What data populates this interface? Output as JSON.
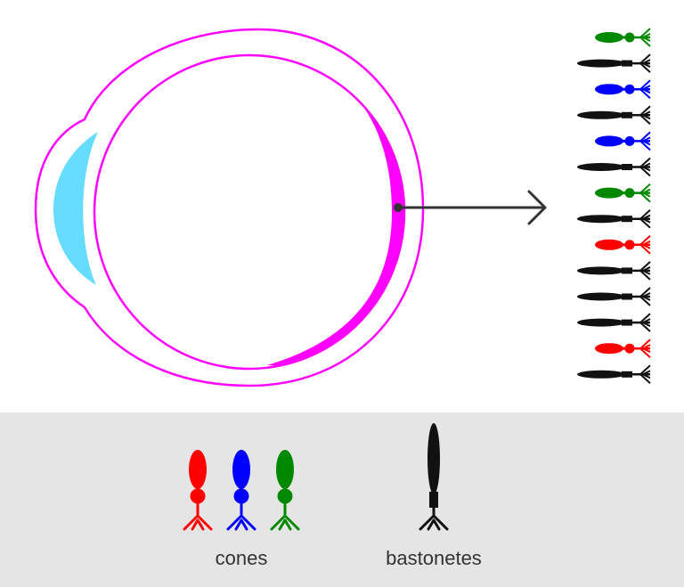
{
  "colors": {
    "eye_outline": "#ff00ff",
    "retina": "#ff00ff",
    "cornea": "#66ddff",
    "arrow": "#333333",
    "cone_red": "#ff0000",
    "cone_blue": "#0000ff",
    "cone_green": "#008800",
    "rod": "#111111",
    "legend_background": "#e5e5e5"
  },
  "retina_column": [
    {
      "type": "cone",
      "color": "green"
    },
    {
      "type": "rod"
    },
    {
      "type": "cone",
      "color": "blue"
    },
    {
      "type": "rod"
    },
    {
      "type": "cone",
      "color": "blue"
    },
    {
      "type": "rod"
    },
    {
      "type": "cone",
      "color": "green"
    },
    {
      "type": "rod"
    },
    {
      "type": "cone",
      "color": "red"
    },
    {
      "type": "rod"
    },
    {
      "type": "rod"
    },
    {
      "type": "rod"
    },
    {
      "type": "cone",
      "color": "red"
    },
    {
      "type": "rod"
    }
  ],
  "legend": {
    "cones_label": "cones",
    "rods_label": "bastonetes",
    "cone_colors": [
      "red",
      "blue",
      "green"
    ]
  }
}
